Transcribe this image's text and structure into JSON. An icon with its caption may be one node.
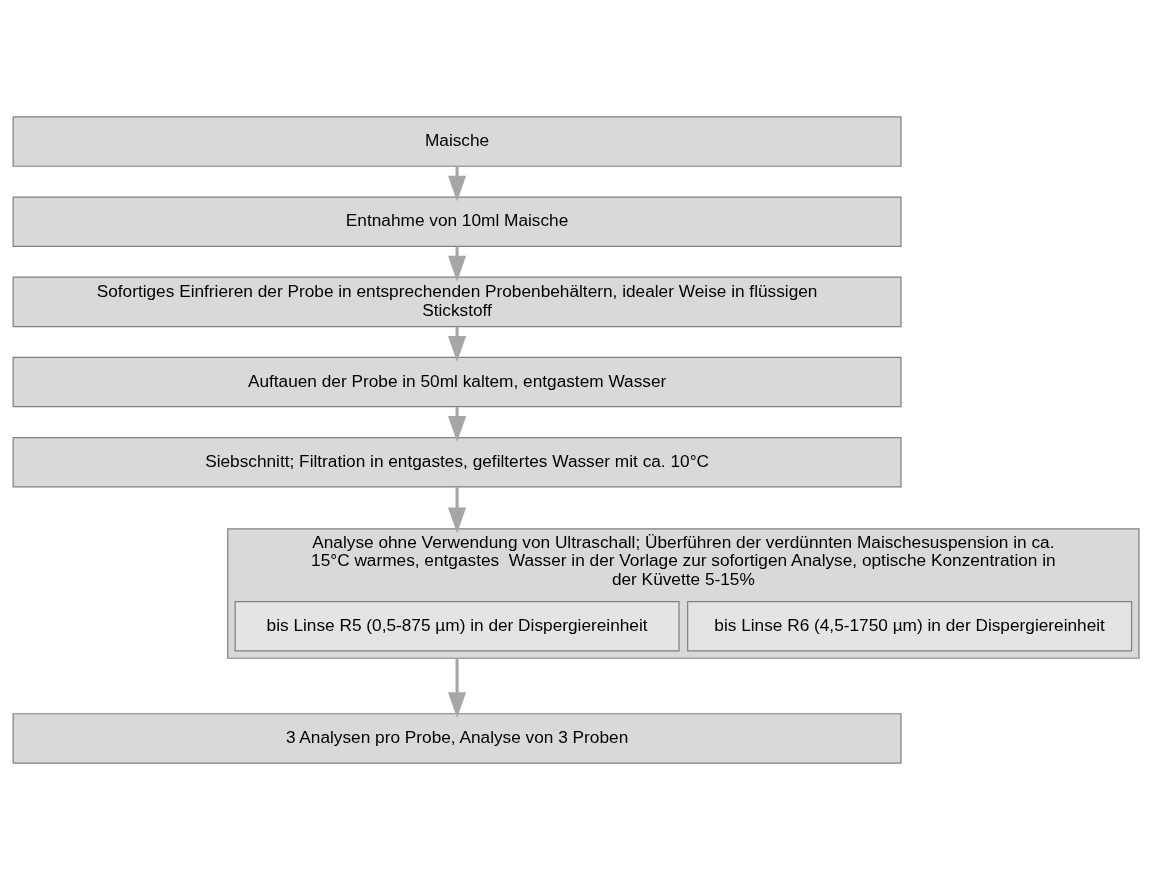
{
  "diagram": {
    "nodes": [
      {
        "text": [
          "Maische"
        ]
      },
      {
        "text": [
          "Entnahme von 10ml Maische"
        ]
      },
      {
        "text": [
          "Sofortiges Einfrieren der Probe in entsprechenden Probenbehältern, idealer Weise in flüssigen Stickstoff"
        ]
      },
      {
        "text": [
          "Auftauen der Probe in 50ml kaltem, entgastem Wasser"
        ]
      },
      {
        "text": [
          "Siebschnitt; Filtration in entgastes, gefiltertes Wasser mit ca. 10°C"
        ]
      },
      {
        "text": [
          "Analyse ohne Verwendung von Ultraschall; Überführen der verdünnten Maischesuspension in ca. 15°C warmes, entgastes  Wasser in der Vorlage zur sofortigen Analyse, optische Konzentration in der Küvette 5-15%"
        ]
      },
      {
        "text": [
          "bis Linse R5 (0,5-875 µm) in der Dispergiereinheit"
        ],
        "in": 5
      },
      {
        "text": [
          "bis Linse R6 (4,5-1750 µm) in der Dispergiereinheit"
        ],
        "in": 5
      },
      {
        "text": [
          "3 Analysen pro Probe, Analyse von 3 Proben"
        ]
      }
    ],
    "edges": [
      {
        "from": 0,
        "to": 1,
        "arrow": "to"
      },
      {
        "from": 1,
        "to": 2,
        "arrow": "to"
      },
      {
        "from": 2,
        "to": 3,
        "arrow": "to"
      },
      {
        "from": 3,
        "to": 4,
        "arrow": "to"
      },
      {
        "from": 4,
        "to": 5,
        "arrow": "to"
      },
      {
        "from": 5,
        "to": 8,
        "arrow": "to"
      }
    ]
  }
}
